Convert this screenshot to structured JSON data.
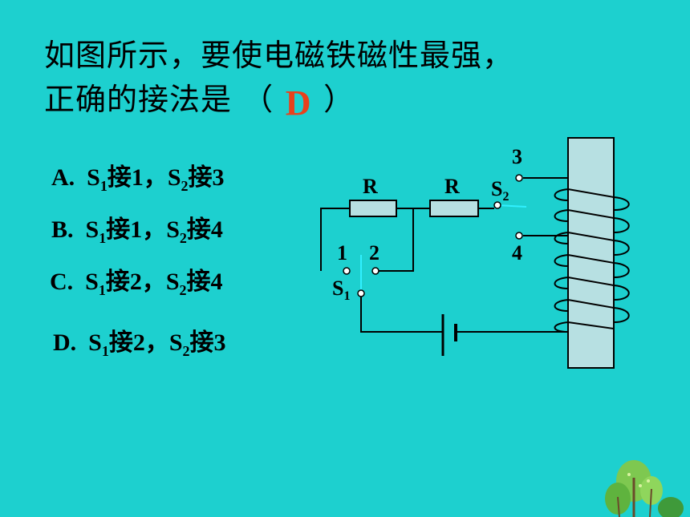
{
  "question": {
    "line1": "如图所示，要使电磁铁磁性最强，",
    "line2": "正确的接法是",
    "open_paren": "（",
    "answer": "D",
    "close_paren": "）"
  },
  "options": [
    {
      "letter": "A.",
      "s1": "S",
      "s1_sub": "1",
      "s1_mid": "接1，",
      "s2": "S",
      "s2_sub": "2",
      "s2_end": "接3"
    },
    {
      "letter": "B.",
      "s1": "S",
      "s1_sub": "1",
      "s1_mid": "接1，",
      "s2": "S",
      "s2_sub": "2",
      "s2_end": "接4"
    },
    {
      "letter": "C.",
      "s1": "S",
      "s1_sub": "1",
      "s1_mid": "接2，",
      "s2": "S",
      "s2_sub": "2",
      "s2_end": "接4"
    },
    {
      "letter": "D.",
      "s1": "S",
      "s1_sub": "1",
      "s1_mid": "接2，",
      "s2": "S",
      "s2_sub": "2",
      "s2_end": "接3"
    }
  ],
  "diagram": {
    "resistor1": "R",
    "resistor2": "R",
    "s2_letter": "S",
    "s2_sub": "2",
    "s1_letter": "S",
    "s1_sub": "1",
    "terminal1": "1",
    "terminal2": "2",
    "terminal3": "3",
    "terminal4": "4"
  },
  "colors": {
    "background": "#1dd0cf",
    "answer": "#e8411c",
    "core": "#b7e0e2",
    "wire": "#000000"
  }
}
